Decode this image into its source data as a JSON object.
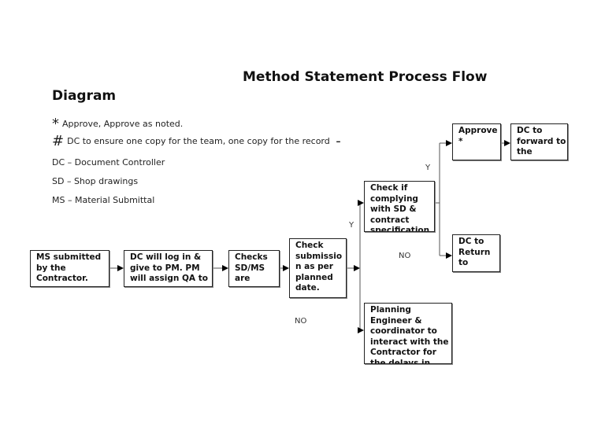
{
  "title_line1": "Method Statement Process Flow",
  "title_line2": "Diagram",
  "notes": {
    "star_symbol": "*",
    "star_text": "Approve, Approve as noted.",
    "hash_symbol": "#",
    "hash_text": "DC to ensure one copy for the team, one copy for the record",
    "hash_trailing": "-",
    "dc": "DC – Document Controller",
    "sd": "SD – Shop drawings",
    "ms": "MS – Material Submittal"
  },
  "boxes": {
    "ms_submitted": "MS submitted by the Contractor.",
    "dc_log": "DC will log in & give to PM. PM will assign QA to",
    "checks": "Checks SD/MS are",
    "check_submission": "Check submissio n as per planned date.",
    "check_complying": "Check if complying with SD & contract specification",
    "planning": "Planning Engineer & coordinator to interact with the Contractor for the delays in",
    "approve": "Approve *",
    "dc_forward": "DC to forward to the",
    "dc_return": "DC to Return to"
  },
  "labels": {
    "y1": "Y",
    "y2": "Y",
    "no1": "NO",
    "no2": "NO"
  }
}
